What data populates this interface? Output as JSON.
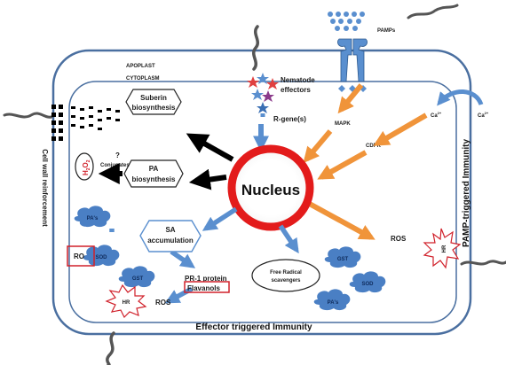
{
  "labels": {
    "apoplast": "APOPLAST",
    "cytoplasm": "CYTOPLASM",
    "nematode_effectors_1": "Nematode",
    "nematode_effectors_2": "effectors",
    "r_genes": "R-gene(s)",
    "pamps": "PAMPs",
    "mapk": "MAPK",
    "cdpk": "CDPK",
    "ca_inner": "Ca",
    "ca_outer": "Ca",
    "ca_sup": "2+",
    "suberin_1": "Suberin",
    "suberin_2": "biosynthesis",
    "pa_1": "PA",
    "pa_2": "biosynthesis",
    "conjugates_q": "?",
    "conjugates": "Conjugates",
    "h2o2_h": "H",
    "h2o2_2a": "2",
    "h2o2_o": "O",
    "h2o2_2b": "2",
    "nucleus": "Nucleus",
    "sa_1": "SA",
    "sa_2": "accumulation",
    "pas_left": "PA's",
    "ros_left_box": "RO",
    "sod_left": "SOD",
    "gst_left": "GST",
    "pr1": "PR-1 protein",
    "flavanols": "Flavanols",
    "hr_left": "HR",
    "ros_left": "ROS",
    "free_radical_1": "Free Radical",
    "free_radical_2": "scavengers",
    "gst_right": "GST",
    "sod_right": "SOD",
    "pas_right": "PA's",
    "ros_right": "ROS",
    "hr_right": "HR",
    "pti": "PAMP-triggered Immunity",
    "eti": "Effector triggered Immunity",
    "cell_wall": "Cell wall reinforcement"
  },
  "colors": {
    "black_arrow": "#000000",
    "blue_arrow": "#5a8fcf",
    "orange_arrow": "#f0943a",
    "nucleus_ring": "#e31b1b",
    "cloud": "#4a7fc4",
    "receptor": "#5a8fcf",
    "highlight_box": "#d0202a"
  }
}
